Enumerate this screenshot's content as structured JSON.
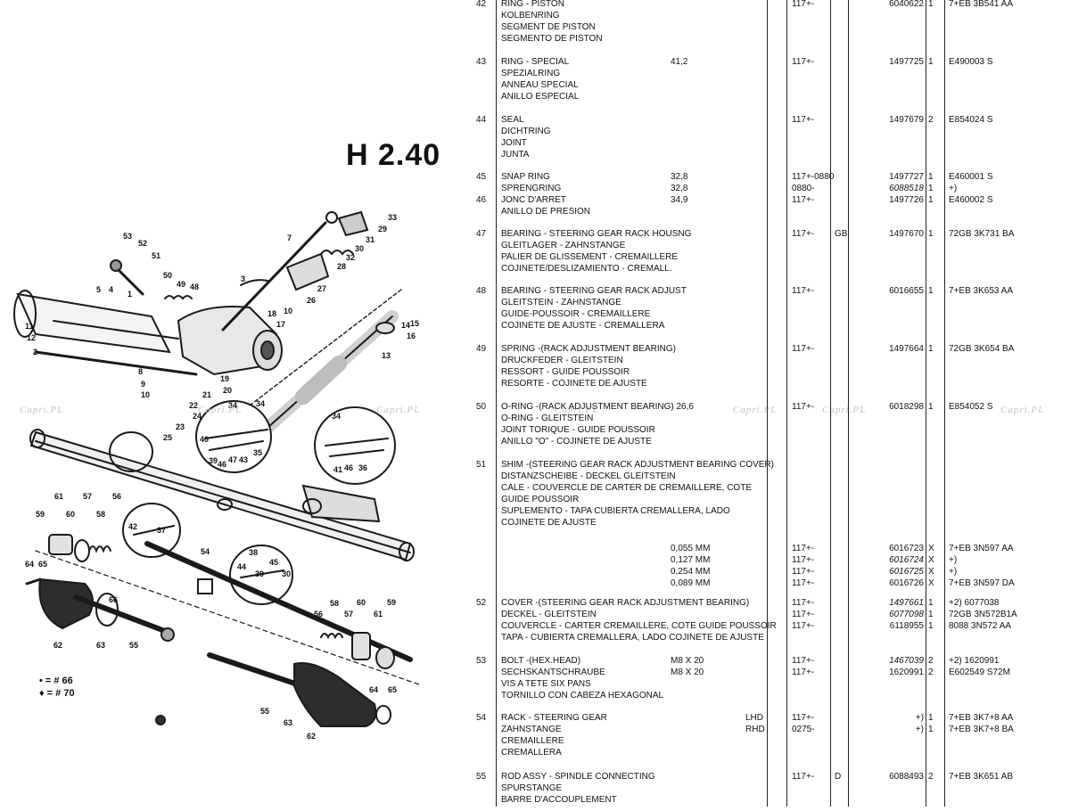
{
  "sheet": {
    "code": "H 2.40"
  },
  "watermark": "Capri.PL",
  "notes": [
    "• = # 66",
    "♦ = # 70"
  ],
  "colors": {
    "ink": "#111111",
    "watermark": "#c4c4c4"
  },
  "callouts": [
    "53",
    "52",
    "51",
    "50",
    "49",
    "48",
    "5",
    "4",
    "1",
    "11",
    "12",
    "2",
    "3",
    "7",
    "33",
    "29",
    "31",
    "30",
    "32",
    "28",
    "27",
    "26",
    "17",
    "18",
    "10",
    "16",
    "14",
    "15",
    "13",
    "8",
    "9",
    "10",
    "20",
    "21",
    "22",
    "24",
    "23",
    "25",
    "19",
    "34",
    "34",
    "40",
    "39",
    "46",
    "47",
    "43",
    "35",
    "34",
    "41",
    "46",
    "36",
    "61",
    "57",
    "56",
    "59",
    "60",
    "58",
    "42",
    "37",
    "54",
    "38",
    "44",
    "39",
    "45",
    "30",
    "64",
    "65",
    "62",
    "63",
    "55",
    "66",
    "58",
    "60",
    "59",
    "56",
    "57",
    "61",
    "55",
    "63",
    "62",
    "64",
    "65"
  ],
  "parts": [
    {
      "no": "42",
      "desc": [
        "RING - PISTON",
        "KOLBENRING",
        "SEGMENT DE PISTON",
        "SEGMENTO DE PISTON"
      ],
      "entries": [
        {
          "model": "117+-",
          "part": "6040622",
          "qty": "1",
          "ref": "7+EB 3B541 AA"
        }
      ]
    },
    {
      "no": "43",
      "desc": [
        "RING - SPECIAL",
        "SPEZIALRING",
        "ANNEAU SPECIAL",
        "ANILLO ESPECIAL"
      ],
      "entries": [
        {
          "spec": "41,2",
          "model": "117+-",
          "part": "1497725",
          "qty": "1",
          "ref": "E490003 S"
        }
      ]
    },
    {
      "no": "44",
      "desc": [
        "SEAL",
        "DICHTRING",
        "JOINT",
        "JUNTA"
      ],
      "entries": [
        {
          "model": "117+-",
          "part": "1497679",
          "qty": "2",
          "ref": "E854024 S"
        }
      ]
    },
    {
      "no": "45",
      "desc": [
        "SNAP RING",
        "SPRENGRING"
      ],
      "entries": [
        {
          "spec": "32,8",
          "model": "117+-0880",
          "part": "1497727",
          "qty": "1",
          "ref": "E460001 S"
        },
        {
          "spec": "32,8",
          "model": "0880-",
          "part": "6088518",
          "qty": "1",
          "ref": "+)",
          "italic": true
        }
      ]
    },
    {
      "no": "46",
      "desc": [
        "JONC D'ARRET",
        "ANILLO DE PRESION"
      ],
      "entries": [
        {
          "spec": "34,9",
          "model": "117+-",
          "part": "1497726",
          "qty": "1",
          "ref": "E460002 S"
        }
      ]
    },
    {
      "no": "47",
      "desc": [
        "BEARING - STEERING GEAR RACK HOUSNG",
        "GLEITLAGER - ZAHNSTANGE",
        "PALIER DE GLISSEMENT - CREMAILLERE",
        "COJINETE/DESLIZAMIENTO - CREMALL."
      ],
      "entries": [
        {
          "model": "117+-",
          "version": "GB",
          "part": "1497670",
          "qty": "1",
          "ref": "72GB 3K731 BA"
        }
      ]
    },
    {
      "no": "48",
      "desc": [
        "BEARING - STEERING GEAR RACK ADJUST",
        "GLEITSTEIN - ZAHNSTANGE",
        "GUIDE-POUSSOIR - CREMAILLERE",
        "COJINETE DE AJUSTE - CREMALLERA"
      ],
      "entries": [
        {
          "model": "117+-",
          "part": "6016655",
          "qty": "1",
          "ref": "7+EB 3K653 AA"
        }
      ]
    },
    {
      "no": "49",
      "desc": [
        "SPRING -(RACK ADJUSTMENT BEARING)",
        "DRUCKFEDER - GLEITSTEIN",
        "RESSORT - GUIDE POUSSOIR",
        "RESORTE - COJINETE DE AJUSTE"
      ],
      "entries": [
        {
          "model": "117+-",
          "part": "1497664",
          "qty": "1",
          "ref": "72GB 3K654 BA"
        }
      ]
    },
    {
      "no": "50",
      "desc": [
        "O-RING -(RACK ADJUSTMENT BEARING) 26,6",
        "O-RING - GLEITSTEIN",
        "JOINT TORIQUE - GUIDE POUSSOIR",
        "ANILLO \"O\" - COJINETE DE AJUSTE"
      ],
      "entries": [
        {
          "model": "117+-",
          "part": "6018298",
          "qty": "1",
          "ref": "E854052 S"
        }
      ]
    },
    {
      "no": "51",
      "desc": [
        "SHIM -(STEERING GEAR RACK ADJUSTMENT BEARING COVER)",
        "DISTANZSCHEIBE - DECKEL GLEITSTEIN",
        "CALE - COUVERCLE DE CARTER DE CREMAILLERE, COTE",
        "GUIDE POUSSOIR",
        "SUPLEMENTO - TAPA CUBIERTA CREMALLERA, LADO",
        "COJINETE DE AJUSTE"
      ],
      "entries": [
        {
          "spec": "0,055 MM",
          "model": "117+-",
          "part": "6016723",
          "qty": "X",
          "ref": "7+EB 3N597 AA"
        },
        {
          "spec": "0,127 MM",
          "model": "117+-",
          "part": "6016724",
          "qty": "X",
          "ref": "+)",
          "italic": true
        },
        {
          "spec": "0,254 MM",
          "model": "117+-",
          "part": "6016725",
          "qty": "X",
          "ref": "+)",
          "italic": true
        },
        {
          "spec": "0,089 MM",
          "model": "117+-",
          "part": "6016726",
          "qty": "X",
          "ref": "7+EB 3N597 DA"
        }
      ]
    },
    {
      "no": "52",
      "desc": [
        "COVER -(STEERING GEAR RACK ADJUSTMENT BEARING)",
        "DECKEL - GLEITSTEIN",
        "COUVERCLE - CARTER CREMAILLERE, COTE GUIDE POUSSOIR",
        "TAPA - CUBIERTA CREMALLERA, LADO COJINETE DE AJUSTE"
      ],
      "entries": [
        {
          "model": "117+-",
          "part": "1497661",
          "qty": "1",
          "ref": "+2) 6077038",
          "italic": true
        },
        {
          "model": "117+-",
          "part": "6077098",
          "qty": "1",
          "ref": "72GB 3N572B1A",
          "italic": true
        },
        {
          "model": "117+-",
          "part": "6118955",
          "qty": "1",
          "ref": "8088 3N572 AA"
        }
      ]
    },
    {
      "no": "53",
      "desc": [
        "BOLT -(HEX.HEAD)",
        "SECHSKANTSCHRAUBE",
        "VIS A TETE SIX PANS",
        "TORNILLO CON CABEZA HEXAGONAL"
      ],
      "entries": [
        {
          "spec": "M8 X 20",
          "model": "117+-",
          "part": "1467039",
          "qty": "2",
          "ref": "+2) 1620991",
          "italic": true
        },
        {
          "spec": "M8 X 20",
          "model": "117+-",
          "part": "1620991",
          "qty": "2",
          "ref": "E602549 S72M"
        }
      ]
    },
    {
      "no": "54",
      "desc": [
        "RACK - STEERING GEAR",
        "ZAHNSTANGE",
        "CREMAILLERE",
        "CREMALLERA"
      ],
      "entries": [
        {
          "side": "LHD",
          "model": "117+-",
          "part": "+)",
          "qty": "1",
          "ref": "7+EB 3K7+8 AA"
        },
        {
          "side": "RHD",
          "model": "0275-",
          "part": "+)",
          "qty": "1",
          "ref": "7+EB 3K7+8 BA"
        }
      ]
    },
    {
      "no": "55",
      "desc": [
        "ROD ASSY - SPINDLE CONNECTING",
        "SPURSTANGE",
        "BARRE D'ACCOUPLEMENT"
      ],
      "entries": [
        {
          "model": "117+-",
          "version": "D",
          "part": "6088493",
          "qty": "2",
          "ref": "7+EB 3K651 AB"
        }
      ]
    }
  ]
}
